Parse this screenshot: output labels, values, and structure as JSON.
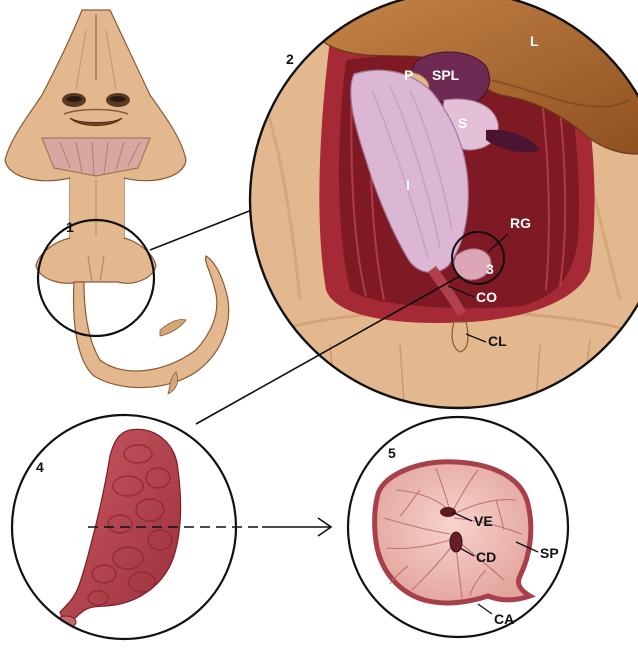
{
  "panels": {
    "p1": "1",
    "p2": "2",
    "p3": "3",
    "p4": "4",
    "p5": "5"
  },
  "labels": {
    "L": "L",
    "P": "P",
    "SPL": "SPL",
    "S": "S",
    "I": "I",
    "RG": "RG",
    "CO": "CO",
    "CL": "CL",
    "VE": "VE",
    "CD": "CD",
    "SP": "SP",
    "CA": "CA"
  },
  "colors": {
    "skin": "#e3b88e",
    "skin_dark": "#c4905f",
    "liver": "#a8642c",
    "cavity": "#8c1f28",
    "intestine": "#d8b3cf",
    "gland": "#b8404a",
    "section": "#f0bcb4"
  }
}
